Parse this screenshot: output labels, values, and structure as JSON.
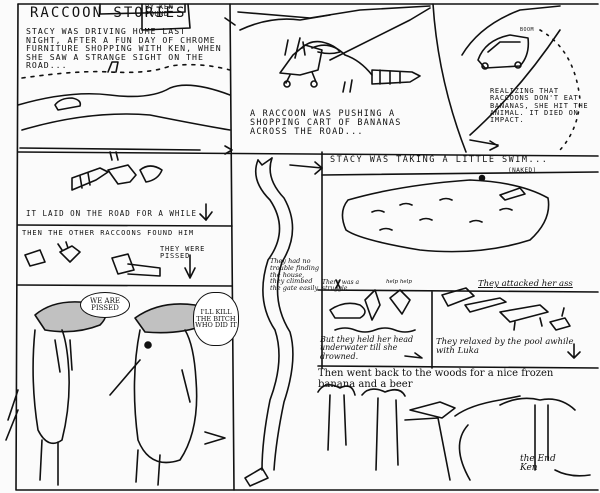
{
  "title": "Raccoon Stories",
  "byline": "by Ken Pound",
  "panels": [
    {
      "id": 1,
      "caption": "Stacy was driving home last night, after a fun day of chrome furniture shopping with Ken, when she saw a strange sight on the road..."
    },
    {
      "id": 2,
      "caption": "A raccoon was pushing a shopping cart of bananas across the road..."
    },
    {
      "id": 3,
      "caption": "Realizing that raccoons don't eat bananas, she hit the animal. It died on impact.",
      "sfx": "Boom"
    },
    {
      "id": 4,
      "caption": "It laid on the road for a while"
    },
    {
      "id": 5,
      "caption": "Then the other raccoons found him",
      "sub_caption": "They were pissed"
    },
    {
      "id": 6,
      "bubbles": [
        "We are pissed",
        "I'll kill the bitch who did it"
      ]
    },
    {
      "id": 7,
      "caption": "They had no trouble finding the house, they climbed the gate easily"
    },
    {
      "id": 8,
      "caption": "Stacy was taking a little swim...",
      "aside": "(naked)"
    },
    {
      "id": 9,
      "caption": "They attacked her ass"
    },
    {
      "id": 10,
      "caption_top": "There was a struggle",
      "sfx": "help help",
      "caption": "But they held her head underwater till she drowned."
    },
    {
      "id": 11,
      "caption": "They relaxed by the pool awhile with Luka"
    },
    {
      "id": 12,
      "caption": "Then went back to the woods for a nice frozen banana and a beer"
    }
  ],
  "signature": "the End Ken"
}
